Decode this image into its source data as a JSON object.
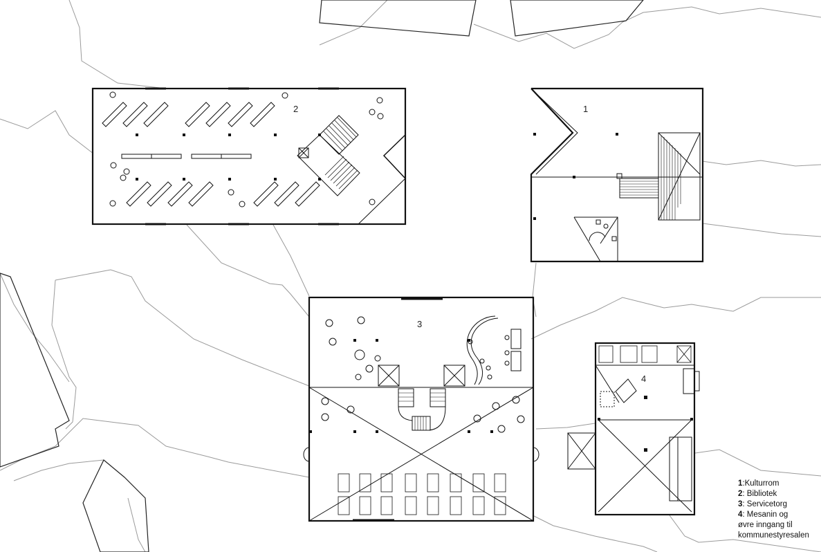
{
  "plans": {
    "kulturrom": {
      "number": "1"
    },
    "bibliotek": {
      "number": "2"
    },
    "servicetorg": {
      "number": "3"
    },
    "mesanin": {
      "number": "4"
    }
  },
  "legend": {
    "items": [
      {
        "key": "1",
        "sep": ":",
        "text": "Kulturrom"
      },
      {
        "key": "2",
        "sep": ": ",
        "text": "Bibliotek"
      },
      {
        "key": "3",
        "sep": ": ",
        "text": "Servicetorg"
      },
      {
        "key": "4",
        "sep": ": ",
        "text": "Mesanin og"
      }
    ],
    "continuation": [
      "øvre inngang til",
      "kommunestyresalen"
    ]
  }
}
